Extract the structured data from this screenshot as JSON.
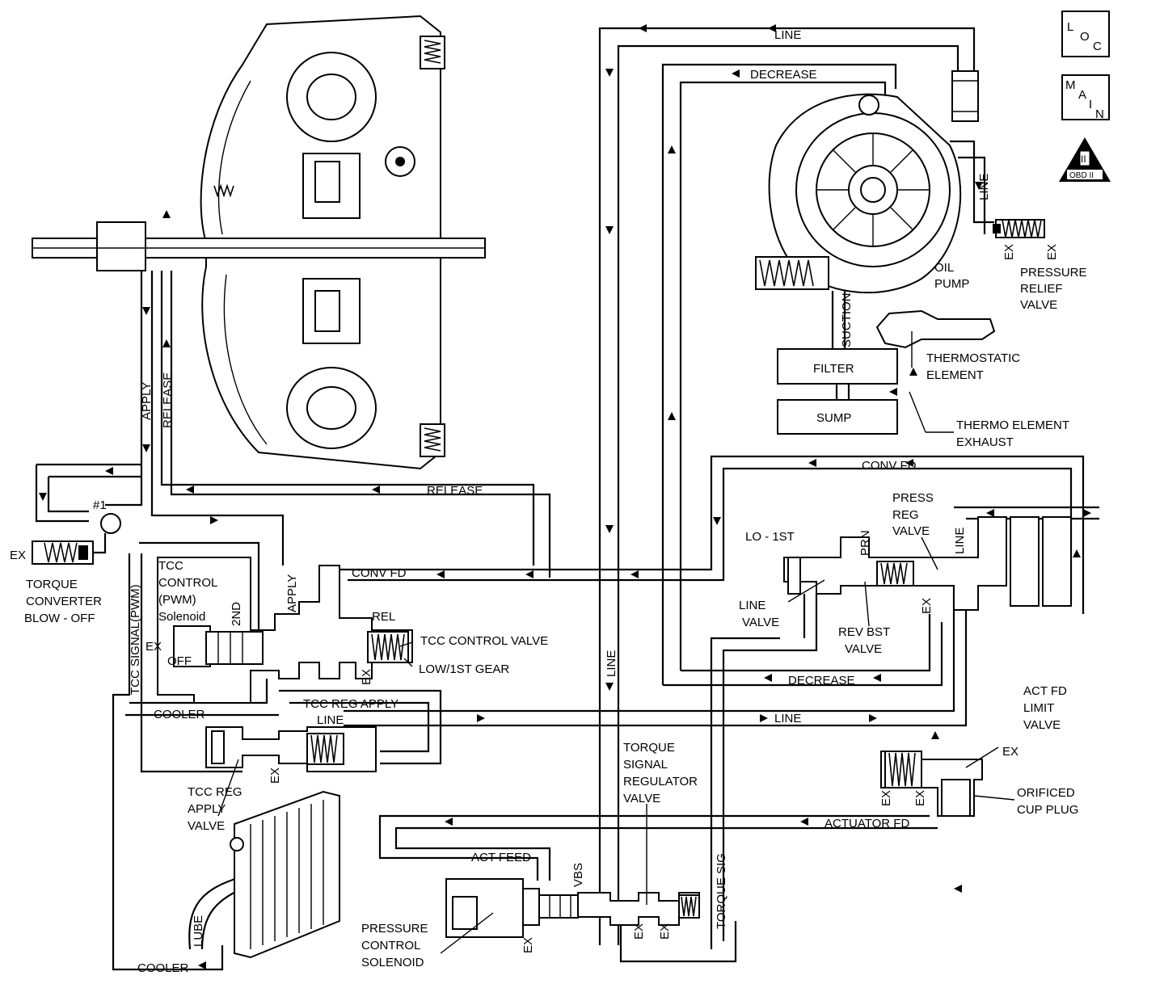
{
  "badges": {
    "loc": [
      "L",
      "O",
      "C"
    ],
    "main": [
      "M",
      "A",
      "I",
      "N"
    ],
    "obd_numeral": "II",
    "obd": "OBD II"
  },
  "labels": {
    "line_top": "LINE",
    "decrease_top": "DECREASE",
    "line_right_vertical": "LINE",
    "ex_relief_left": "EX",
    "ex_relief_right": "EX",
    "pressure_relief": [
      "PRESSURE",
      "RELIEF",
      "VALVE"
    ],
    "oil_pump": [
      "OIL",
      "PUMP"
    ],
    "suction": "SUCTION",
    "filter": "FILTER",
    "sump": "SUMP",
    "thermostatic": [
      "THERMOSTATIC",
      "ELEMENT"
    ],
    "thermo_exhaust": [
      "THERMO ELEMENT",
      "EXHAUST"
    ],
    "apply": "APPLY",
    "release_vertical": "RELEASE",
    "release_horizontal": "RELEASE",
    "check_ball": "#1",
    "ex_blowoff": "EX",
    "torque_converter_blowoff": [
      "TORQUE",
      "CONVERTER",
      "BLOW - OFF"
    ],
    "tcc_signal": "TCC SIGNAL(PWM)",
    "tcc_control_solenoid": [
      "TCC",
      "CONTROL",
      "(PWM)",
      "Solenoid"
    ],
    "second": "2ND",
    "ex_tcc": "EX",
    "off": "OFF",
    "apply_small": "APPLY",
    "conv_fd_left": "CONV FD",
    "rel": "REL",
    "tcc_control_valve": "TCC CONTROL VALVE",
    "low_1st_gear": "LOW/1ST GEAR",
    "ex_low": "EX",
    "tcc_reg_apply": "TCC REG APPLY",
    "cooler_top": "COOLER",
    "line_center": "LINE",
    "ex_tcc_reg": "EX",
    "tcc_reg_apply_valve": [
      "TCC REG",
      "APPLY",
      "VALVE"
    ],
    "lube": "LUBE",
    "cooler_bottom": "COOLER",
    "line_vertical_center": "LINE",
    "conv_fd_right": "CONV FD",
    "lo_1st": "LO - 1ST",
    "prn": "PRN",
    "press_reg_valve": [
      "PRESS",
      "REG",
      "VALVE"
    ],
    "line_press_reg": "LINE",
    "line_valve": [
      "LINE",
      "VALVE"
    ],
    "rev_bst_valve": [
      "REV BST",
      "VALVE"
    ],
    "ex_press_reg": "EX",
    "decrease_bottom": "DECREASE",
    "line_bottom": "LINE",
    "act_fd_limit_valve": [
      "ACT FD",
      "LIMIT",
      "VALVE"
    ],
    "ex_act_right": "EX",
    "ex_act_left": "EX",
    "ex_act_middle": "EX",
    "orificed_cup_plug": [
      "ORIFICED",
      "CUP PLUG"
    ],
    "actuator_fd": "ACTUATOR FD",
    "torque_signal_regulator_valve": [
      "TORQUE",
      "SIGNAL",
      "REGULATOR",
      "VALVE"
    ],
    "torque_sig": "TORQUE SIG",
    "act_feed": "ACT FEED",
    "vbs": "VBS",
    "pressure_control_solenoid": [
      "PRESSURE",
      "CONTROL",
      "SOLENOID"
    ],
    "ex_pcs": "EX",
    "ex_tsr_left": "EX",
    "ex_tsr_right": "EX"
  }
}
